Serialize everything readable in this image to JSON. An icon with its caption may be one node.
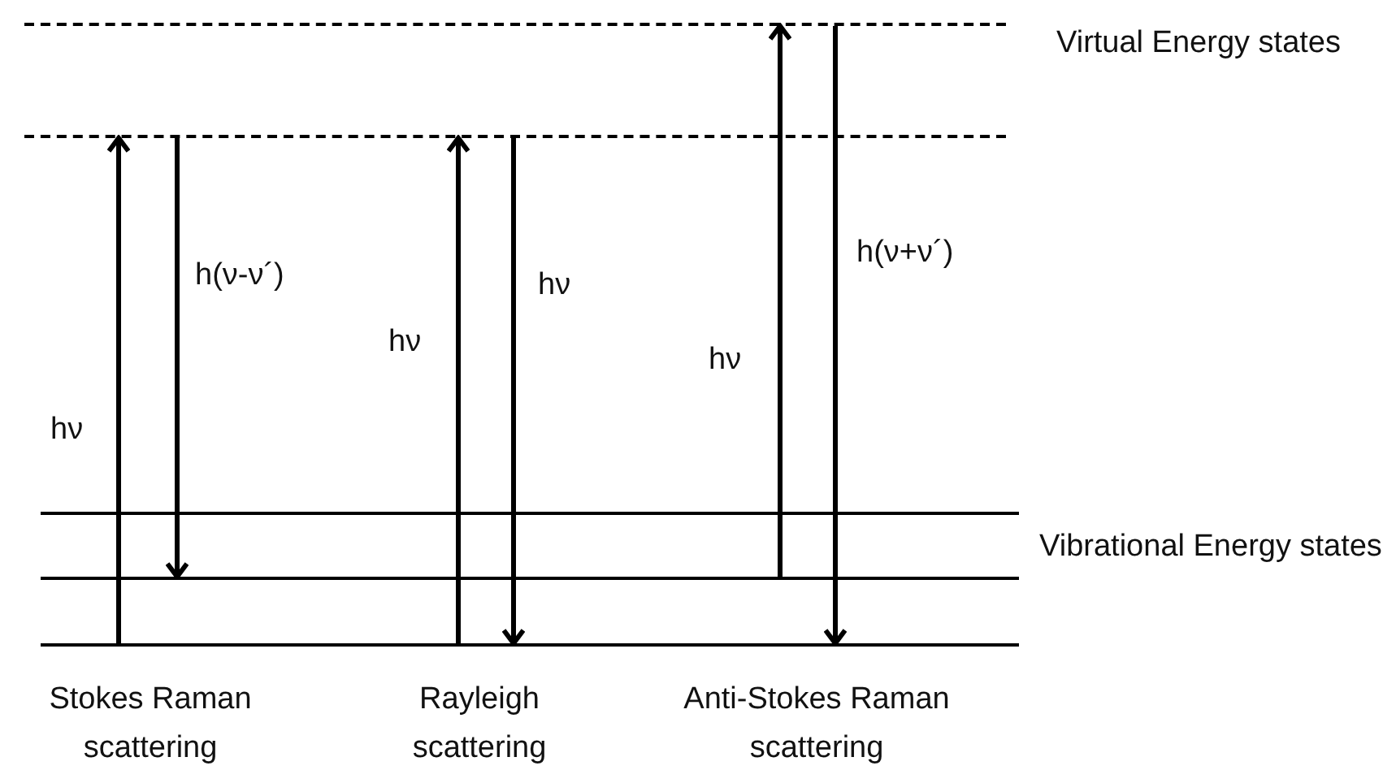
{
  "diagram": {
    "nodes": [
      {
        "text": [],
        "shape": "line"
      },
      {
        "text": [],
        "shape": "line"
      },
      {
        "text": [],
        "shape": "line"
      },
      {
        "text": [],
        "shape": "line"
      },
      {
        "text": [],
        "shape": "line"
      }
    ],
    "edges": [
      {
        "from": 4,
        "to": 1,
        "arrow": "to",
        "label": "hν"
      },
      {
        "from": 1,
        "to": 3,
        "arrow": "to",
        "label": "h(ν-ν´)"
      },
      {
        "from": 4,
        "to": 1,
        "arrow": "to",
        "label": "hν"
      },
      {
        "from": 1,
        "to": 4,
        "arrow": "to",
        "label": "hν"
      },
      {
        "from": 3,
        "to": 0,
        "arrow": "to",
        "label": "hν"
      },
      {
        "from": 0,
        "to": 4,
        "arrow": "to",
        "label": "h(ν+ν´)"
      }
    ],
    "labels": [
      "Virtual Energy states",
      "Vibrational Energy states",
      "Stokes Raman scattering",
      "Rayleigh scattering",
      "Anti-Stokes Raman scattering"
    ]
  }
}
